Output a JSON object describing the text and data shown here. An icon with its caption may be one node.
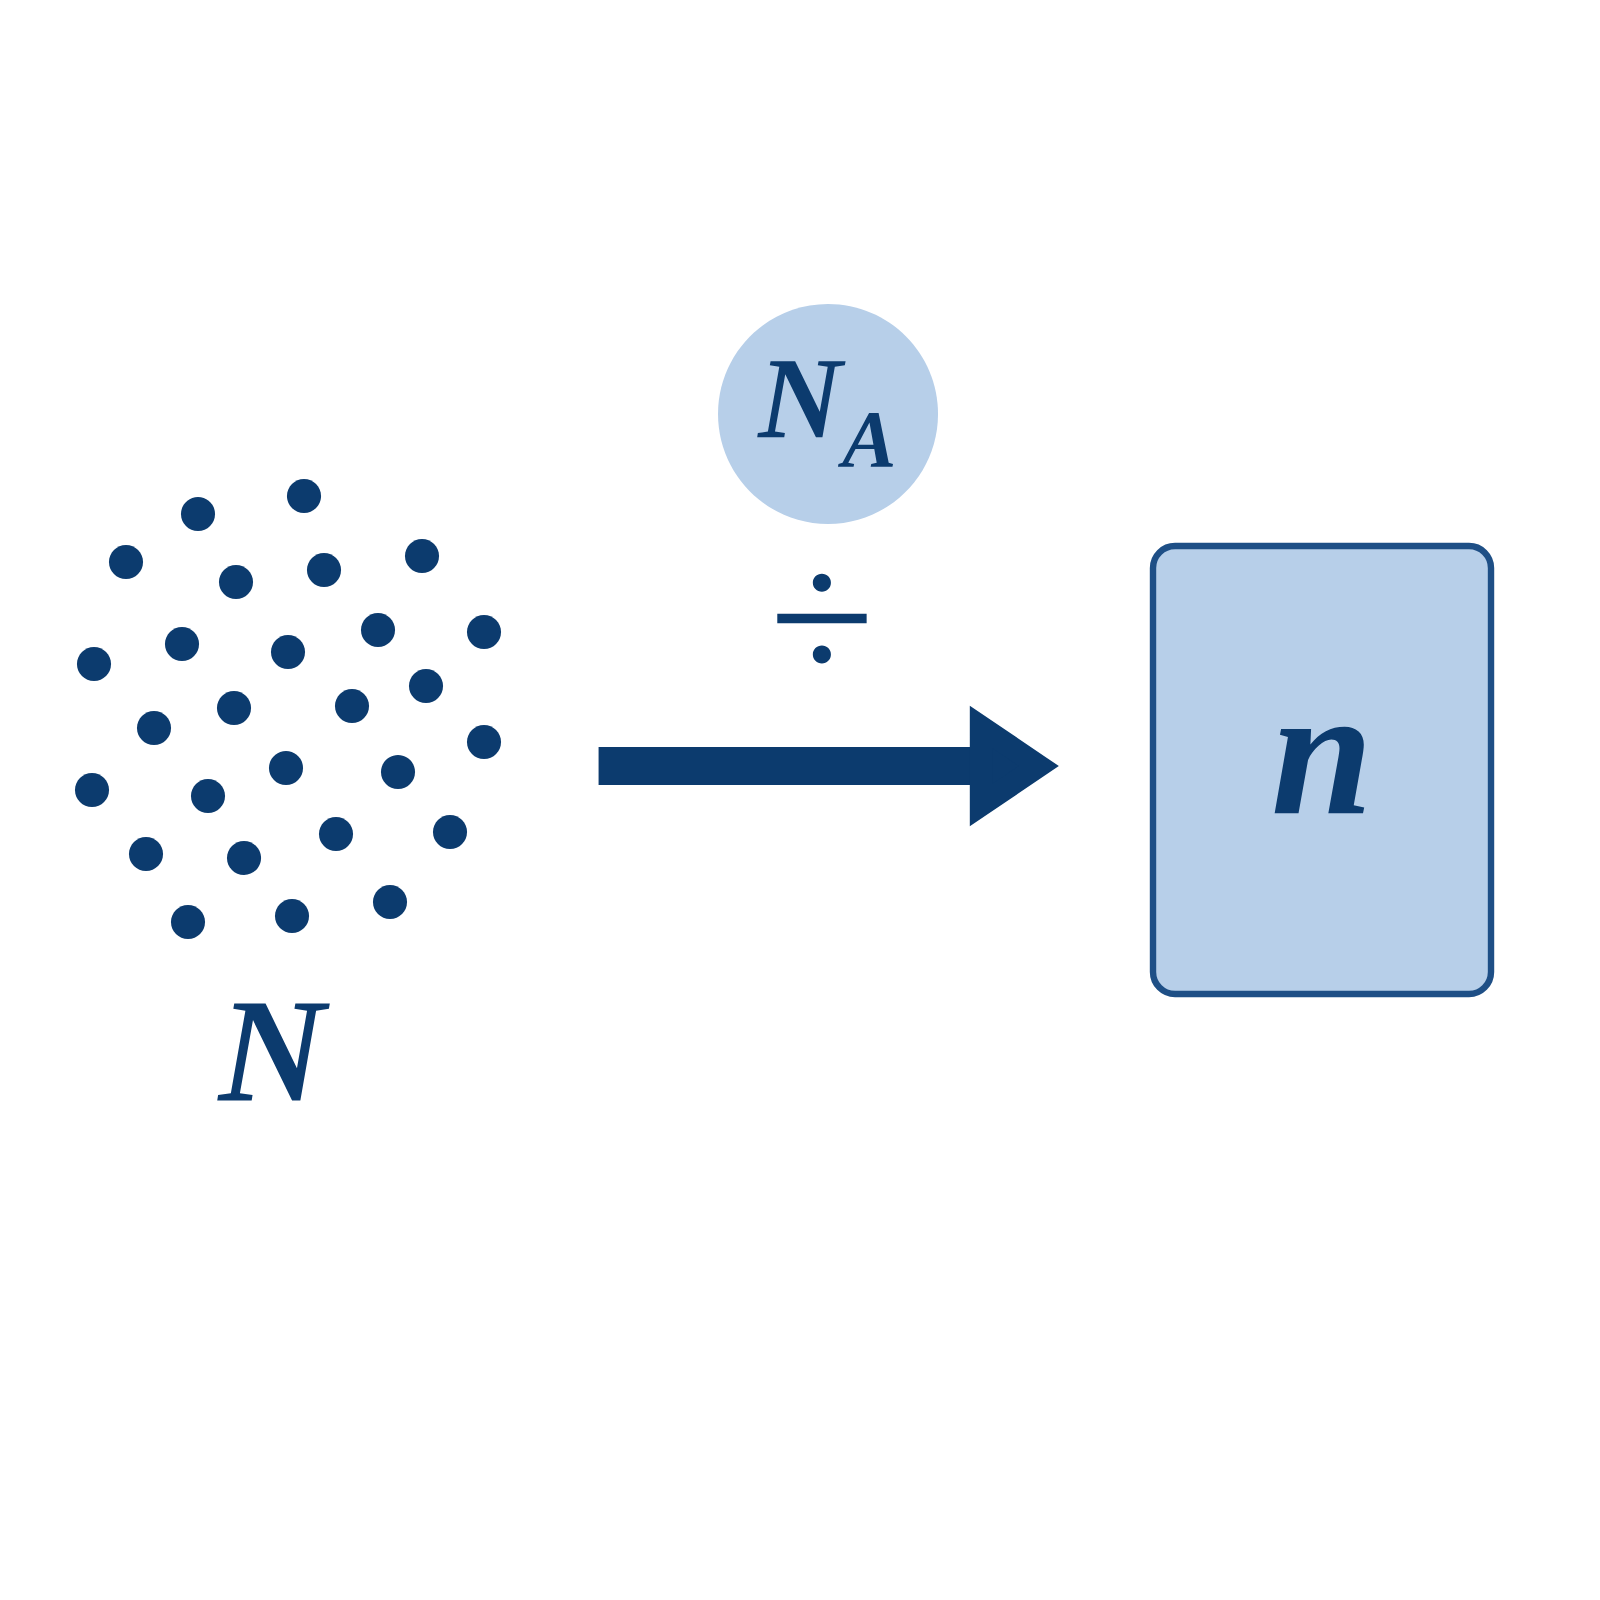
{
  "diagram": {
    "nodes": [
      {
        "text": [],
        "shape": "picture",
        "beside": [
          "N"
        ]
      },
      {
        "text": [
          "N$_{A}$"
        ]
      },
      {
        "text": [
          "n"
        ]
      }
    ],
    "edges": [
      {
        "from": 0,
        "to": 2,
        "arrow": "to",
        "label": "÷"
      }
    ]
  }
}
